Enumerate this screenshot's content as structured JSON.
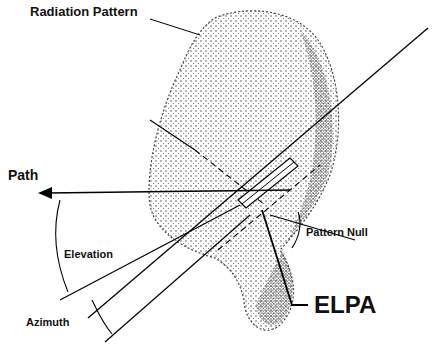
{
  "diagram": {
    "labels": [
      "Radiation Pattern",
      "Path",
      "Elevation",
      "Azimuth",
      "Pattern Null",
      "ELPA"
    ]
  }
}
